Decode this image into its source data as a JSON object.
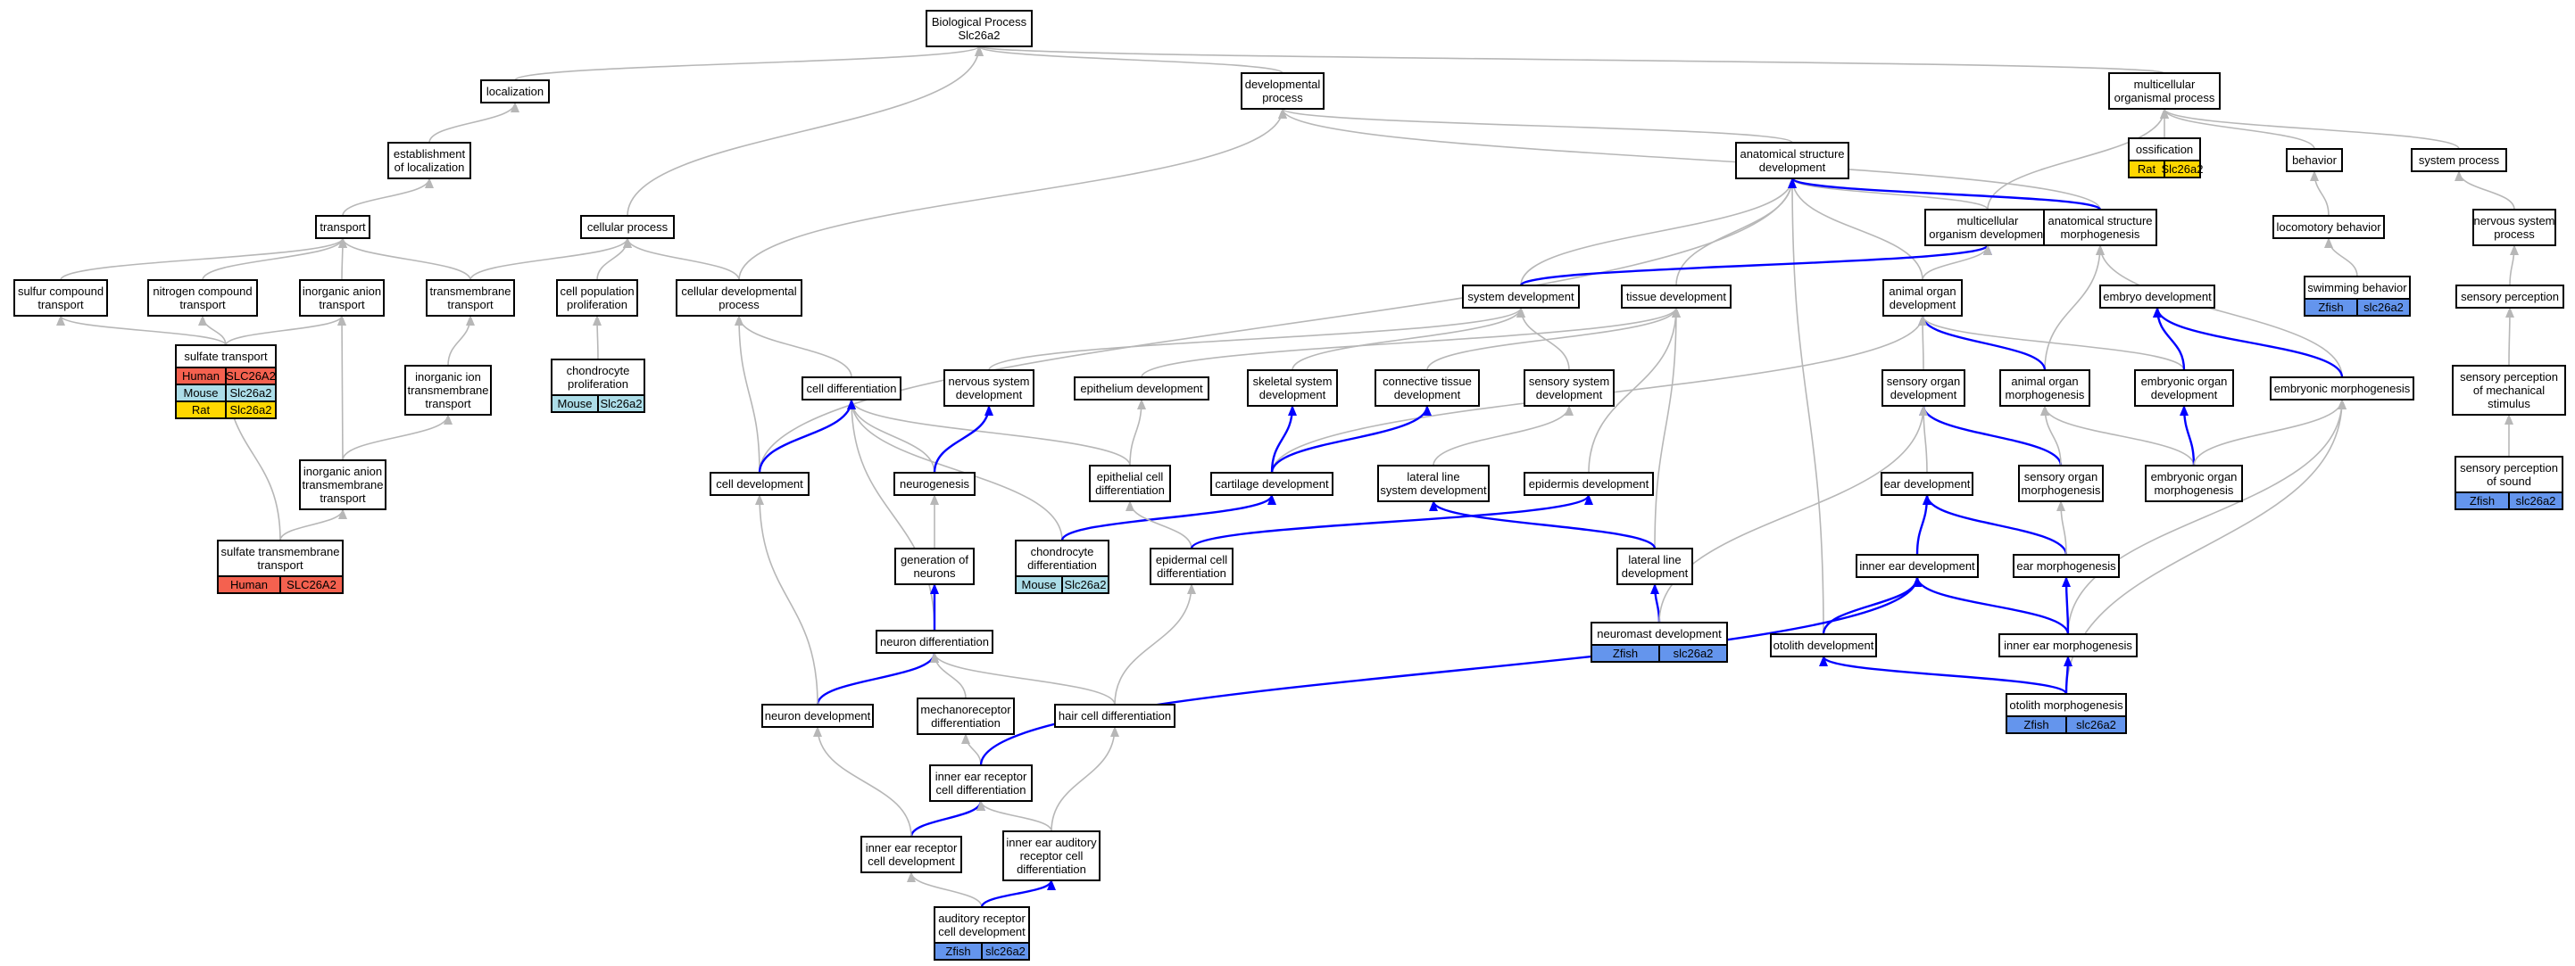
{
  "colors": {
    "edge_gray": "#b7b7b7",
    "edge_blue": "#0000ff",
    "Human": "#f4614f",
    "Mouse": "#acdde8",
    "Rat": "#ffd700",
    "Zfish": "#6495ed"
  },
  "nodes": [
    {
      "id": "bp",
      "lines": [
        "Biological Process",
        "Slc26a2"
      ]
    },
    {
      "id": "localization",
      "lines": [
        "localization"
      ]
    },
    {
      "id": "dev_proc",
      "lines": [
        "developmental",
        "process"
      ]
    },
    {
      "id": "multi_org",
      "lines": [
        "multicellular",
        "organismal process"
      ]
    },
    {
      "id": "estab_loc",
      "lines": [
        "establishment",
        "of localization"
      ]
    },
    {
      "id": "anat_dev",
      "lines": [
        "anatomical structure",
        "development"
      ]
    },
    {
      "id": "ossification",
      "lines": [
        "ossification"
      ],
      "species": [
        {
          "label": "Rat",
          "gene": "Slc26a2"
        }
      ]
    },
    {
      "id": "behavior",
      "lines": [
        "behavior"
      ]
    },
    {
      "id": "system_process",
      "lines": [
        "system process"
      ]
    },
    {
      "id": "transport",
      "lines": [
        "transport"
      ]
    },
    {
      "id": "cellular_process",
      "lines": [
        "cellular process"
      ]
    },
    {
      "id": "multi_org_dev",
      "lines": [
        "multicellular",
        "organism development"
      ]
    },
    {
      "id": "anat_morph",
      "lines": [
        "anatomical structure",
        "morphogenesis"
      ]
    },
    {
      "id": "locomotory",
      "lines": [
        "locomotory behavior"
      ]
    },
    {
      "id": "nervous_sys_proc",
      "lines": [
        "nervous system",
        "process"
      ]
    },
    {
      "id": "sulfur",
      "lines": [
        "sulfur compound",
        "transport"
      ]
    },
    {
      "id": "nitrogen",
      "lines": [
        "nitrogen compound",
        "transport"
      ]
    },
    {
      "id": "inorg_anion",
      "lines": [
        "inorganic anion",
        "transport"
      ]
    },
    {
      "id": "transmembrane",
      "lines": [
        "transmembrane",
        "transport"
      ]
    },
    {
      "id": "cell_pop_prolif",
      "lines": [
        "cell population",
        "proliferation"
      ]
    },
    {
      "id": "cell_dev_proc",
      "lines": [
        "cellular developmental",
        "process"
      ]
    },
    {
      "id": "system_dev",
      "lines": [
        "system development"
      ]
    },
    {
      "id": "tissue_dev",
      "lines": [
        "tissue development"
      ]
    },
    {
      "id": "animal_organ_dev",
      "lines": [
        "animal organ",
        "development"
      ]
    },
    {
      "id": "embryo_dev",
      "lines": [
        "embryo development"
      ]
    },
    {
      "id": "swimming",
      "lines": [
        "swimming behavior"
      ],
      "species": [
        {
          "label": "Zfish",
          "gene": "slc26a2"
        }
      ]
    },
    {
      "id": "sensory_perception",
      "lines": [
        "sensory perception"
      ]
    },
    {
      "id": "sulfate_transport",
      "lines": [
        "sulfate transport"
      ],
      "species": [
        {
          "label": "Human",
          "gene": "SLC26A2"
        },
        {
          "label": "Mouse",
          "gene": "Slc26a2"
        },
        {
          "label": "Rat",
          "gene": "Slc26a2"
        }
      ]
    },
    {
      "id": "inorg_ion_tm",
      "lines": [
        "inorganic ion",
        "transmembrane",
        "transport"
      ]
    },
    {
      "id": "chondro_prolif",
      "lines": [
        "chondrocyte",
        "proliferation"
      ],
      "species": [
        {
          "label": "Mouse",
          "gene": "Slc26a2"
        }
      ]
    },
    {
      "id": "cell_diff",
      "lines": [
        "cell differentiation"
      ]
    },
    {
      "id": "nervous_sys_dev",
      "lines": [
        "nervous system",
        "development"
      ]
    },
    {
      "id": "epithelium_dev",
      "lines": [
        "epithelium development"
      ]
    },
    {
      "id": "skeletal_dev",
      "lines": [
        "skeletal system",
        "development"
      ]
    },
    {
      "id": "conn_tissue_dev",
      "lines": [
        "connective tissue",
        "development"
      ]
    },
    {
      "id": "sensory_sys_dev",
      "lines": [
        "sensory system",
        "development"
      ]
    },
    {
      "id": "sensory_organ_dev",
      "lines": [
        "sensory organ",
        "development"
      ]
    },
    {
      "id": "animal_organ_morph",
      "lines": [
        "animal organ",
        "morphogenesis"
      ]
    },
    {
      "id": "embryonic_organ_dev",
      "lines": [
        "embryonic organ",
        "development"
      ]
    },
    {
      "id": "embryonic_morph",
      "lines": [
        "embryonic morphogenesis"
      ]
    },
    {
      "id": "sens_perc_mech",
      "lines": [
        "sensory perception",
        "of mechanical",
        "stimulus"
      ]
    },
    {
      "id": "inorg_anion_tm",
      "lines": [
        "inorganic anion",
        "transmembrane",
        "transport"
      ]
    },
    {
      "id": "cell_dev",
      "lines": [
        "cell development"
      ]
    },
    {
      "id": "neurogenesis",
      "lines": [
        "neurogenesis"
      ]
    },
    {
      "id": "epith_cell_diff",
      "lines": [
        "epithelial cell",
        "differentiation"
      ]
    },
    {
      "id": "cartilage_dev",
      "lines": [
        "cartilage development"
      ]
    },
    {
      "id": "lateral_line_sys_dev",
      "lines": [
        "lateral line",
        "system development"
      ]
    },
    {
      "id": "epidermis_dev",
      "lines": [
        "epidermis development"
      ]
    },
    {
      "id": "ear_dev",
      "lines": [
        "ear development"
      ]
    },
    {
      "id": "sensory_organ_morph",
      "lines": [
        "sensory organ",
        "morphogenesis"
      ]
    },
    {
      "id": "embryonic_organ_morph",
      "lines": [
        "embryonic organ",
        "morphogenesis"
      ]
    },
    {
      "id": "sens_perc_sound",
      "lines": [
        "sensory perception",
        "of sound"
      ],
      "species": [
        {
          "label": "Zfish",
          "gene": "slc26a2"
        }
      ]
    },
    {
      "id": "sulfate_tm",
      "lines": [
        "sulfate transmembrane",
        "transport"
      ],
      "species": [
        {
          "label": "Human",
          "gene": "SLC26A2"
        }
      ]
    },
    {
      "id": "gen_neurons",
      "lines": [
        "generation of",
        "neurons"
      ]
    },
    {
      "id": "chondro_diff",
      "lines": [
        "chondrocyte",
        "differentiation"
      ],
      "species": [
        {
          "label": "Mouse",
          "gene": "Slc26a2"
        }
      ]
    },
    {
      "id": "epidermal_cell_diff",
      "lines": [
        "epidermal cell",
        "differentiation"
      ]
    },
    {
      "id": "lateral_line_dev",
      "lines": [
        "lateral line",
        "development"
      ]
    },
    {
      "id": "inner_ear_dev",
      "lines": [
        "inner ear development"
      ]
    },
    {
      "id": "ear_morph",
      "lines": [
        "ear morphogenesis"
      ]
    },
    {
      "id": "neuron_diff",
      "lines": [
        "neuron differentiation"
      ]
    },
    {
      "id": "neuromast_dev",
      "lines": [
        "neuromast development"
      ],
      "species": [
        {
          "label": "Zfish",
          "gene": "slc26a2"
        }
      ]
    },
    {
      "id": "otolith_dev",
      "lines": [
        "otolith development"
      ]
    },
    {
      "id": "inner_ear_morph",
      "lines": [
        "inner ear morphogenesis"
      ]
    },
    {
      "id": "otolith_morph",
      "lines": [
        "otolith morphogenesis"
      ],
      "species": [
        {
          "label": "Zfish",
          "gene": "slc26a2"
        }
      ]
    },
    {
      "id": "neuron_dev",
      "lines": [
        "neuron development"
      ]
    },
    {
      "id": "mechanoreceptor_diff",
      "lines": [
        "mechanoreceptor",
        "differentiation"
      ]
    },
    {
      "id": "hair_cell_diff",
      "lines": [
        "hair cell differentiation"
      ]
    },
    {
      "id": "ie_receptor_diff",
      "lines": [
        "inner ear receptor",
        "cell differentiation"
      ]
    },
    {
      "id": "ie_receptor_dev",
      "lines": [
        "inner ear receptor",
        "cell development"
      ]
    },
    {
      "id": "ie_auditory_diff",
      "lines": [
        "inner ear auditory",
        "receptor cell",
        "differentiation"
      ]
    },
    {
      "id": "auditory_receptor_dev",
      "lines": [
        "auditory receptor",
        "cell development"
      ],
      "species": [
        {
          "label": "Zfish",
          "gene": "slc26a2"
        }
      ]
    }
  ],
  "edges": [
    {
      "from": "localization",
      "to": "bp",
      "color": "gray"
    },
    {
      "from": "dev_proc",
      "to": "bp",
      "color": "gray"
    },
    {
      "from": "multi_org",
      "to": "bp",
      "color": "gray"
    },
    {
      "from": "cellular_process",
      "to": "bp",
      "color": "gray"
    },
    {
      "from": "estab_loc",
      "to": "localization",
      "color": "gray"
    },
    {
      "from": "transport",
      "to": "estab_loc",
      "color": "gray"
    },
    {
      "from": "anat_dev",
      "to": "dev_proc",
      "color": "gray"
    },
    {
      "from": "anat_morph",
      "to": "dev_proc",
      "color": "gray"
    },
    {
      "from": "cell_dev_proc",
      "to": "dev_proc",
      "color": "gray"
    },
    {
      "from": "ossification",
      "to": "multi_org",
      "color": "gray"
    },
    {
      "from": "behavior",
      "to": "multi_org",
      "color": "gray"
    },
    {
      "from": "system_process",
      "to": "multi_org",
      "color": "gray"
    },
    {
      "from": "multi_org_dev",
      "to": "multi_org",
      "color": "gray"
    },
    {
      "from": "locomotory",
      "to": "behavior",
      "color": "gray"
    },
    {
      "from": "swimming",
      "to": "locomotory",
      "color": "gray"
    },
    {
      "from": "nervous_sys_proc",
      "to": "system_process",
      "color": "gray"
    },
    {
      "from": "sensory_perception",
      "to": "nervous_sys_proc",
      "color": "gray"
    },
    {
      "from": "sens_perc_mech",
      "to": "sensory_perception",
      "color": "gray"
    },
    {
      "from": "sens_perc_sound",
      "to": "sens_perc_mech",
      "color": "gray"
    },
    {
      "from": "sulfur",
      "to": "transport",
      "color": "gray"
    },
    {
      "from": "nitrogen",
      "to": "transport",
      "color": "gray"
    },
    {
      "from": "inorg_anion",
      "to": "transport",
      "color": "gray"
    },
    {
      "from": "transmembrane",
      "to": "transport",
      "color": "gray"
    },
    {
      "from": "sulfate_transport",
      "to": "sulfur",
      "color": "gray"
    },
    {
      "from": "sulfate_transport",
      "to": "nitrogen",
      "color": "gray"
    },
    {
      "from": "sulfate_transport",
      "to": "inorg_anion",
      "color": "gray"
    },
    {
      "from": "inorg_ion_tm",
      "to": "transmembrane",
      "color": "gray"
    },
    {
      "from": "inorg_anion_tm",
      "to": "inorg_ion_tm",
      "color": "gray"
    },
    {
      "from": "inorg_anion_tm",
      "to": "inorg_anion",
      "color": "gray"
    },
    {
      "from": "sulfate_tm",
      "to": "sulfate_transport",
      "color": "gray"
    },
    {
      "from": "sulfate_tm",
      "to": "inorg_anion_tm",
      "color": "gray"
    },
    {
      "from": "transmembrane",
      "to": "cellular_process",
      "color": "gray"
    },
    {
      "from": "cell_pop_prolif",
      "to": "cellular_process",
      "color": "gray"
    },
    {
      "from": "cell_dev_proc",
      "to": "cellular_process",
      "color": "gray"
    },
    {
      "from": "chondro_prolif",
      "to": "cell_pop_prolif",
      "color": "gray"
    },
    {
      "from": "cell_diff",
      "to": "cell_dev_proc",
      "color": "gray"
    },
    {
      "from": "cell_dev",
      "to": "cell_dev_proc",
      "color": "gray"
    },
    {
      "from": "cell_dev",
      "to": "anat_dev",
      "color": "gray"
    },
    {
      "from": "system_dev",
      "to": "anat_dev",
      "color": "gray"
    },
    {
      "from": "tissue_dev",
      "to": "anat_dev",
      "color": "gray"
    },
    {
      "from": "animal_organ_dev",
      "to": "anat_dev",
      "color": "gray"
    },
    {
      "from": "otolith_dev",
      "to": "anat_dev",
      "color": "gray"
    },
    {
      "from": "multi_org_dev",
      "to": "anat_dev",
      "color": "gray"
    },
    {
      "from": "anat_morph",
      "to": "anat_dev",
      "color": "blue"
    },
    {
      "from": "system_dev",
      "to": "multi_org_dev",
      "color": "blue"
    },
    {
      "from": "animal_organ_dev",
      "to": "multi_org_dev",
      "color": "gray"
    },
    {
      "from": "animal_organ_morph",
      "to": "anat_morph",
      "color": "gray"
    },
    {
      "from": "embryonic_morph",
      "to": "anat_morph",
      "color": "gray"
    },
    {
      "from": "nervous_sys_dev",
      "to": "system_dev",
      "color": "gray"
    },
    {
      "from": "skeletal_dev",
      "to": "system_dev",
      "color": "gray"
    },
    {
      "from": "sensory_sys_dev",
      "to": "system_dev",
      "color": "gray"
    },
    {
      "from": "epithelium_dev",
      "to": "tissue_dev",
      "color": "gray"
    },
    {
      "from": "conn_tissue_dev",
      "to": "tissue_dev",
      "color": "gray"
    },
    {
      "from": "epidermis_dev",
      "to": "tissue_dev",
      "color": "gray"
    },
    {
      "from": "lateral_line_dev",
      "to": "tissue_dev",
      "color": "gray"
    },
    {
      "from": "sensory_organ_dev",
      "to": "animal_organ_dev",
      "color": "gray"
    },
    {
      "from": "animal_organ_morph",
      "to": "animal_organ_dev",
      "color": "blue"
    },
    {
      "from": "embryonic_organ_dev",
      "to": "animal_organ_dev",
      "color": "gray"
    },
    {
      "from": "cartilage_dev",
      "to": "animal_organ_dev",
      "color": "gray"
    },
    {
      "from": "embryonic_organ_dev",
      "to": "embryo_dev",
      "color": "blue"
    },
    {
      "from": "embryonic_morph",
      "to": "embryo_dev",
      "color": "blue"
    },
    {
      "from": "neurogenesis",
      "to": "cell_diff",
      "color": "gray"
    },
    {
      "from": "neuron_diff",
      "to": "cell_diff",
      "color": "gray"
    },
    {
      "from": "epith_cell_diff",
      "to": "cell_diff",
      "color": "gray"
    },
    {
      "from": "chondro_diff",
      "to": "cell_diff",
      "color": "gray"
    },
    {
      "from": "cell_dev",
      "to": "cell_diff",
      "color": "blue"
    },
    {
      "from": "neurogenesis",
      "to": "nervous_sys_dev",
      "color": "blue"
    },
    {
      "from": "epith_cell_diff",
      "to": "epithelium_dev",
      "color": "gray"
    },
    {
      "from": "cartilage_dev",
      "to": "skeletal_dev",
      "color": "blue"
    },
    {
      "from": "cartilage_dev",
      "to": "conn_tissue_dev",
      "color": "blue"
    },
    {
      "from": "lateral_line_sys_dev",
      "to": "sensory_sys_dev",
      "color": "gray"
    },
    {
      "from": "ear_dev",
      "to": "sensory_organ_dev",
      "color": "gray"
    },
    {
      "from": "sensory_organ_morph",
      "to": "sensory_organ_dev",
      "color": "blue"
    },
    {
      "from": "sensory_organ_morph",
      "to": "animal_organ_morph",
      "color": "gray"
    },
    {
      "from": "embryonic_organ_morph",
      "to": "animal_organ_morph",
      "color": "gray"
    },
    {
      "from": "embryonic_organ_morph",
      "to": "embryonic_organ_dev",
      "color": "blue"
    },
    {
      "from": "embryonic_organ_morph",
      "to": "embryonic_morph",
      "color": "gray"
    },
    {
      "from": "inner_ear_morph",
      "to": "embryonic_morph",
      "color": "gray"
    },
    {
      "from": "otolith_morph",
      "to": "embryonic_morph",
      "color": "gray"
    },
    {
      "from": "gen_neurons",
      "to": "neurogenesis",
      "color": "gray"
    },
    {
      "from": "neuron_diff",
      "to": "gen_neurons",
      "color": "blue"
    },
    {
      "from": "chondro_diff",
      "to": "cartilage_dev",
      "color": "blue"
    },
    {
      "from": "epidermal_cell_diff",
      "to": "epith_cell_diff",
      "color": "gray"
    },
    {
      "from": "epidermal_cell_diff",
      "to": "epidermis_dev",
      "color": "blue"
    },
    {
      "from": "lateral_line_dev",
      "to": "lateral_line_sys_dev",
      "color": "blue"
    },
    {
      "from": "neuromast_dev",
      "to": "lateral_line_dev",
      "color": "blue"
    },
    {
      "from": "neuromast_dev",
      "to": "sensory_organ_dev",
      "color": "gray"
    },
    {
      "from": "inner_ear_dev",
      "to": "ear_dev",
      "color": "blue"
    },
    {
      "from": "ear_morph",
      "to": "ear_dev",
      "color": "blue"
    },
    {
      "from": "ear_morph",
      "to": "sensory_organ_morph",
      "color": "gray"
    },
    {
      "from": "inner_ear_morph",
      "to": "ear_morph",
      "color": "blue"
    },
    {
      "from": "inner_ear_morph",
      "to": "inner_ear_dev",
      "color": "blue"
    },
    {
      "from": "otolith_dev",
      "to": "inner_ear_dev",
      "color": "blue"
    },
    {
      "from": "otolith_morph",
      "to": "inner_ear_morph",
      "color": "blue"
    },
    {
      "from": "otolith_morph",
      "to": "otolith_dev",
      "color": "blue"
    },
    {
      "from": "neuron_dev",
      "to": "neuron_diff",
      "color": "blue"
    },
    {
      "from": "neuron_dev",
      "to": "cell_dev",
      "color": "gray"
    },
    {
      "from": "mechanoreceptor_diff",
      "to": "neuron_diff",
      "color": "gray"
    },
    {
      "from": "hair_cell_diff",
      "to": "neuron_diff",
      "color": "gray"
    },
    {
      "from": "hair_cell_diff",
      "to": "epidermal_cell_diff",
      "color": "gray"
    },
    {
      "from": "ie_receptor_diff",
      "to": "mechanoreceptor_diff",
      "color": "gray"
    },
    {
      "from": "ie_receptor_diff",
      "to": "inner_ear_dev",
      "color": "blue"
    },
    {
      "from": "ie_receptor_dev",
      "to": "ie_receptor_diff",
      "color": "blue"
    },
    {
      "from": "ie_receptor_dev",
      "to": "neuron_dev",
      "color": "gray"
    },
    {
      "from": "ie_auditory_diff",
      "to": "ie_receptor_diff",
      "color": "gray"
    },
    {
      "from": "ie_auditory_diff",
      "to": "hair_cell_diff",
      "color": "gray"
    },
    {
      "from": "auditory_receptor_dev",
      "to": "ie_receptor_dev",
      "color": "gray"
    },
    {
      "from": "auditory_receptor_dev",
      "to": "ie_auditory_diff",
      "color": "blue"
    }
  ]
}
